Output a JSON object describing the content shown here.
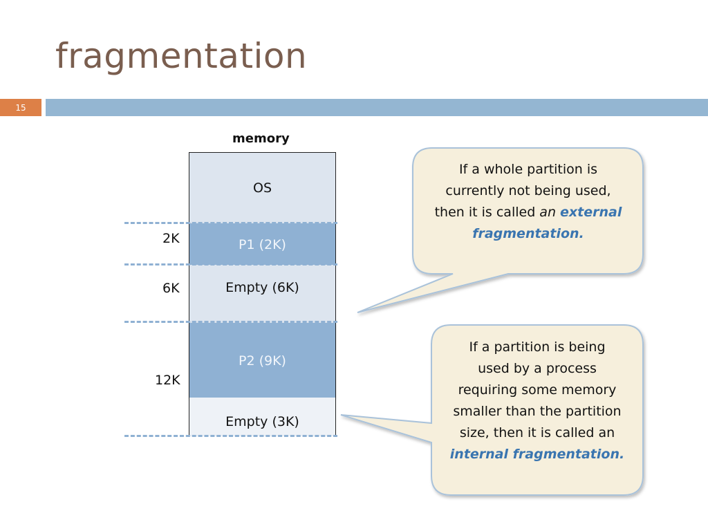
{
  "slide": {
    "title": "fragmentation",
    "number": "15"
  },
  "memory": {
    "label": "memory",
    "segments": [
      {
        "text": "OS"
      },
      {
        "text": "P1 (2K)"
      },
      {
        "text": "Empty (6K)"
      },
      {
        "text": "P2 (9K)"
      },
      {
        "text": "Empty (3K)"
      }
    ],
    "sizes": [
      "2K",
      "6K",
      "12K"
    ]
  },
  "callouts": {
    "external": {
      "line1": "If a whole partition is",
      "line2": "currently not being used,",
      "line3": "then it is called ",
      "article": "an",
      "term1": "external",
      "term2": "fragmentation."
    },
    "internal": {
      "line1": "If a partition is being",
      "line2": "used by a process",
      "line3": "requiring some memory",
      "line4": "smaller than the partition",
      "line5": "size, then it is called an",
      "term": "internal fragmentation."
    }
  },
  "colors": {
    "accent_orange": "#dd8047",
    "bar_blue": "#94b6d2",
    "process_blue": "#8fb1d3",
    "empty_blue": "#dde5ef",
    "callout_fill": "#f6efdc",
    "emphasis_blue": "#3a75b0"
  }
}
